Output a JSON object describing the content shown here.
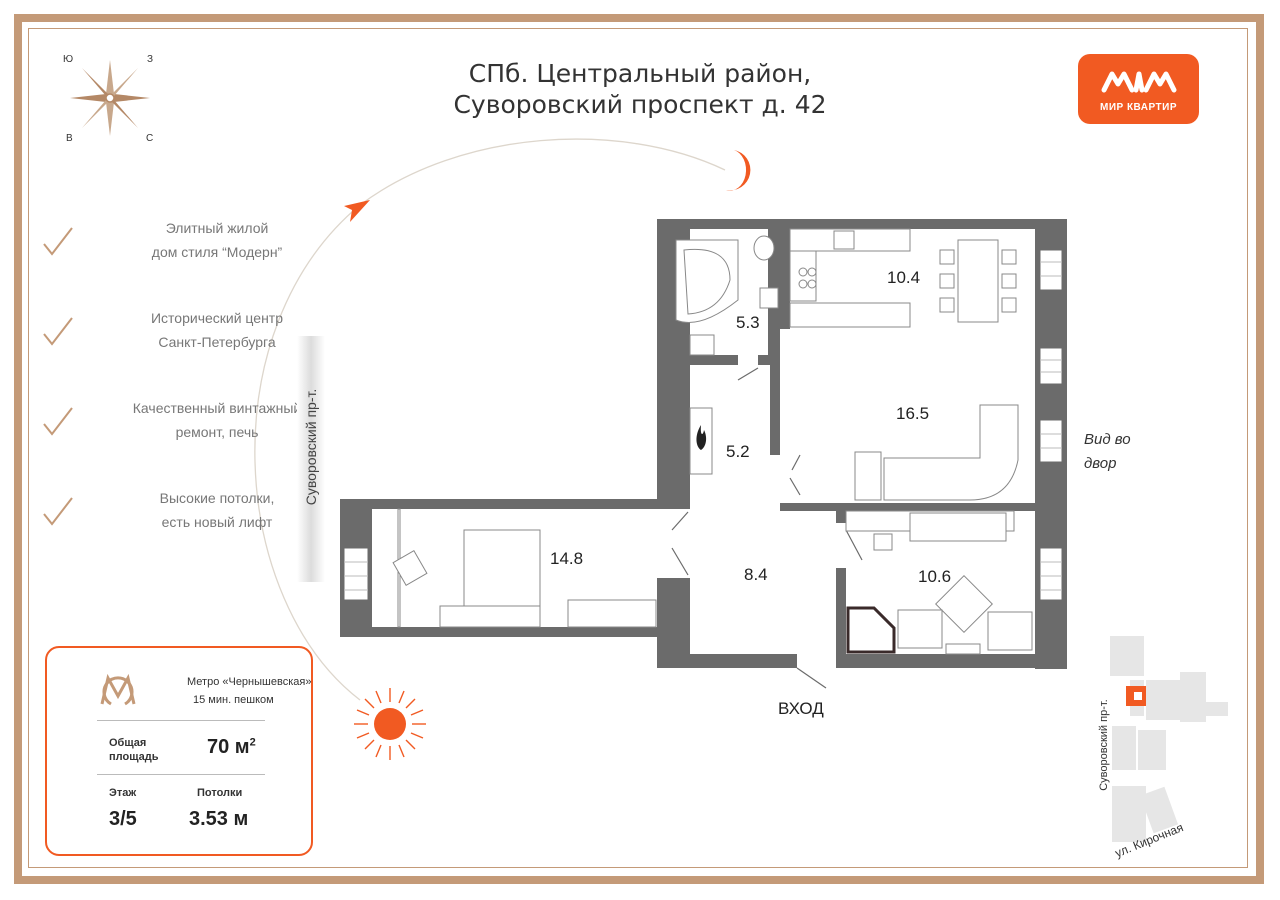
{
  "header": {
    "title_line1": "СПб. Центральный район,",
    "title_line2": "Суворовский проспект д. 42"
  },
  "logo": {
    "text": "МИР КВАРТИР",
    "color": "#f15a22"
  },
  "compass": {
    "top_left": "Ю",
    "top_right": "З",
    "bottom_left": "В",
    "bottom_right": "С"
  },
  "features": [
    {
      "line1": "Элитный жилой",
      "line2": "дом стиля “Модерн”"
    },
    {
      "line1": "Исторический центр",
      "line2": "Санкт-Петербурга"
    },
    {
      "line1": "Качественный винтажный",
      "line2": "ремонт, печь"
    },
    {
      "line1": "Высокие потолки,",
      "line2": "есть новый лифт"
    }
  ],
  "street_label": "Суворовский пр-т.",
  "rooms": [
    {
      "area": "10.4"
    },
    {
      "area": "5.3"
    },
    {
      "area": "16.5"
    },
    {
      "area": "5.2"
    },
    {
      "area": "14.8"
    },
    {
      "area": "8.4"
    },
    {
      "area": "10.6"
    }
  ],
  "entrance_label": "ВХОД",
  "view_label": {
    "line1": "Вид во",
    "line2": "двор"
  },
  "info": {
    "metro_name": "Метро «Чернышевская»",
    "metro_walk": "15 мин. пешком",
    "area_label_line1": "Общая",
    "area_label_line2": "площадь",
    "area_value": "70 м",
    "area_unit_sup": "2",
    "floor_label": "Этаж",
    "floor_value": "3/5",
    "ceiling_label": "Потолки",
    "ceiling_value": "3.53 м"
  },
  "map": {
    "street_vertical": "Суворовский пр-т.",
    "street_diagonal": "ул. Кирочная"
  },
  "colors": {
    "accent": "#f15a22",
    "frame": "#c49a78",
    "wall": "#6b6b6b"
  }
}
